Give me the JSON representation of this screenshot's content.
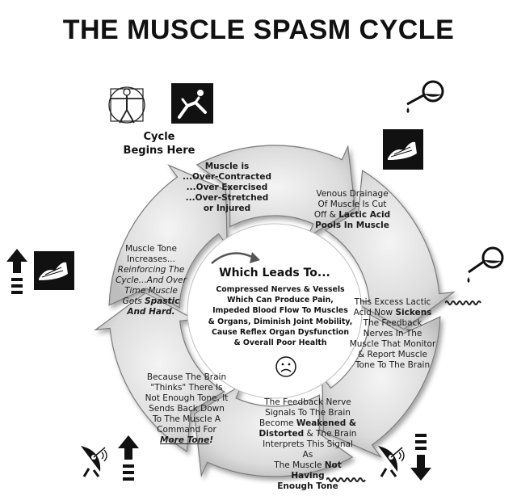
{
  "title": "THE MUSCLE SPASM CYCLE",
  "start_label": [
    "Cycle",
    "Begins Here"
  ],
  "center": {
    "heading": "Which Leads To...",
    "lines": [
      "Compressed Nerves & Vessels",
      "Which Can Produce Pain,",
      "Impeded Blood Flow To Muscles",
      "& Organs, Diminish Joint Mobility,",
      "Cause Reflex Organ Dysfunction",
      "& Overall Poor Health"
    ]
  },
  "steps": {
    "step1": [
      "Muscle is",
      "...Over-Contracted",
      "...Over Exercised",
      "...Over-Stretched",
      "or Injured"
    ],
    "step2": {
      "lines": [
        "Venous Drainage",
        "Of Muscle Is Cut"
      ],
      "line3_plain": "Off & ",
      "line3_bold": "Lactic Acid",
      "line4_bold": "Pools In Muscle"
    },
    "step3": {
      "line1": "This Excess Lactic",
      "line2_plain": "Acid Now ",
      "line2_bold": "Sickens",
      "rest": [
        "The Feedback",
        "Nerves In The",
        "Muscle That Monitor",
        "& Report Muscle",
        "Tone To The Brain"
      ]
    },
    "step4": {
      "lines": [
        "The Feedback Nerve",
        "Signals To The Brain"
      ],
      "line3_plain": "Become ",
      "line3_bold": "Weakened &",
      "line4_bold": "Distorted",
      "line4_plain": " & The  Brain",
      "line5": "Interprets This Signal As",
      "line6_plain": "The Muscle ",
      "line6_bold": "Not Having",
      "line7_bold": "Enough Tone"
    },
    "step5": {
      "lines": [
        "Because The Brain",
        "\"Thinks\" There Is",
        "Not Enough Tone, It",
        "Sends Back Down",
        "To The Muscle A",
        "Command For"
      ],
      "emph": "More Tone",
      "emph_suffix": "!"
    },
    "step6": {
      "lines": [
        "Muscle Tone",
        "Increases..."
      ],
      "italic_lines": [
        "Reinforcing The",
        "Cycle...And Over",
        "Time Muscle"
      ],
      "line6_italic": "Gets ",
      "line6_bold": "Spastic",
      "line7_bold": "And Hard."
    }
  },
  "icons": [
    "vitruvian-man-icon",
    "stretching-person-icon",
    "dropper-beaker-icon",
    "flexed-arm-icon",
    "up-arrow-icon",
    "down-arrow-icon",
    "satellite-dish-icon",
    "nerve-fiber-icon",
    "sad-face-icon"
  ],
  "colors": {
    "ring": "#d6d6d6",
    "ring_shadow": "#9a9a9a",
    "ring_stroke": "#7a7a7a",
    "ink": "#111111"
  }
}
